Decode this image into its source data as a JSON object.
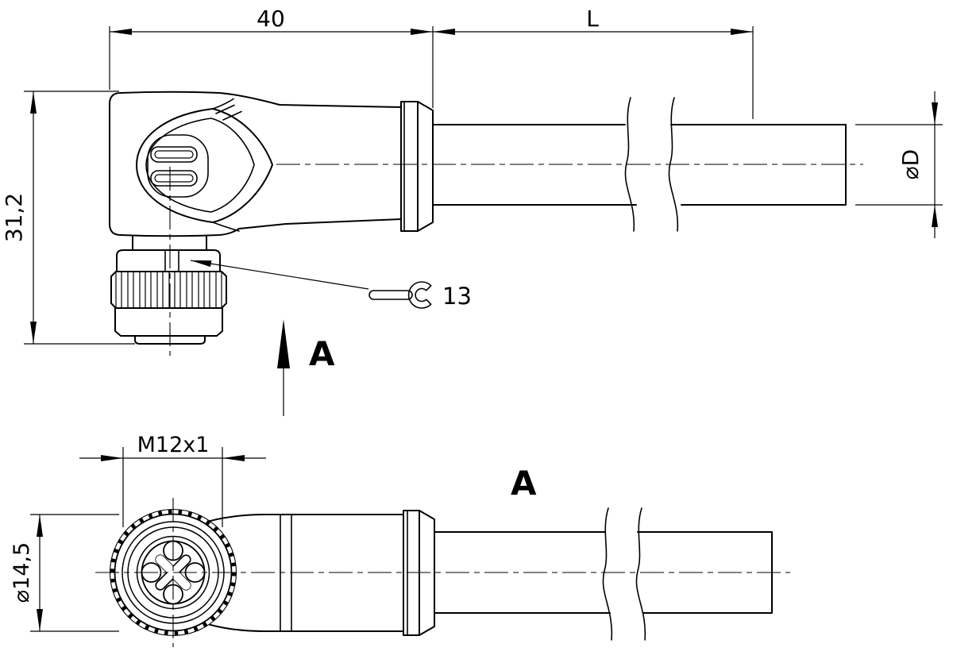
{
  "drawing": {
    "background": "#ffffff",
    "line_color": "#000000",
    "labels": {
      "dim_body_length": "40",
      "dim_cable_length": "L",
      "dim_total_height": "31,2",
      "dim_cable_diameter": "⌀D",
      "wrench_size": "13",
      "section_arrow_label": "A",
      "dim_thread": "M12x1",
      "dim_nut_diameter": "⌀14,5",
      "view_label": "A"
    }
  }
}
